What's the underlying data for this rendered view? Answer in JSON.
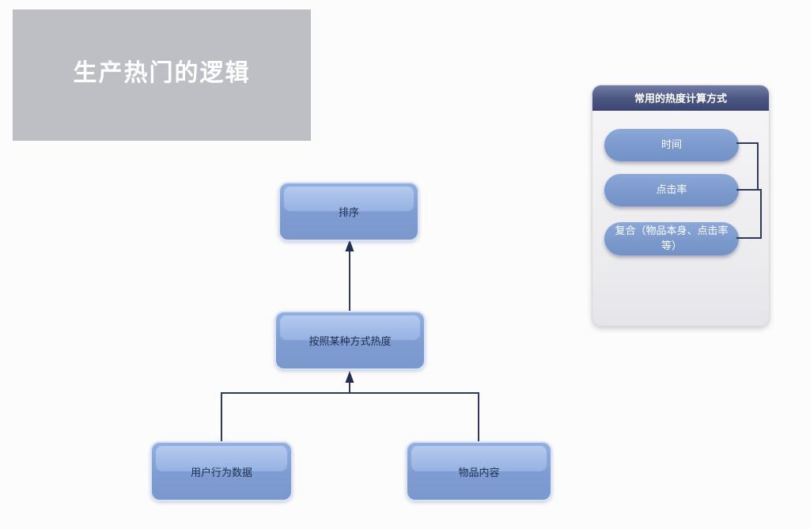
{
  "title_box": {
    "label": "生产热门的逻辑"
  },
  "flowchart": {
    "nodes": [
      {
        "id": "sort",
        "label": "排序"
      },
      {
        "id": "heat-method",
        "label": "按照某种方式热度"
      },
      {
        "id": "user-behavior",
        "label": "用户行为数据"
      },
      {
        "id": "item-content",
        "label": "物品内容"
      }
    ],
    "edges": [
      {
        "from": "heat-method",
        "to": "sort",
        "arrow": true
      },
      {
        "from": "user-behavior",
        "to": "heat-method",
        "arrow": true
      },
      {
        "from": "item-content",
        "to": "heat-method",
        "arrow": true
      }
    ]
  },
  "legend_panel": {
    "title": "常用的热度计算方式",
    "items": [
      {
        "label": "时间"
      },
      {
        "label": "点击率"
      },
      {
        "label": "复合（物品本身、点击率等）"
      }
    ]
  },
  "colors": {
    "canvas_bg": "#fcfcfc",
    "title_box_bg": "#bdbfc5",
    "title_text": "#ffffff",
    "node_fill": "#7f9cd2",
    "node_highlight": "#b5caee",
    "node_border": "#d9e3f6",
    "node_text": "#1e2d4f",
    "connector": "#2d3a5c",
    "panel_header": "#4b5681",
    "panel_body": "#ececef",
    "pill_fill": "#7b98cc",
    "pill_text": "#ffffff"
  }
}
